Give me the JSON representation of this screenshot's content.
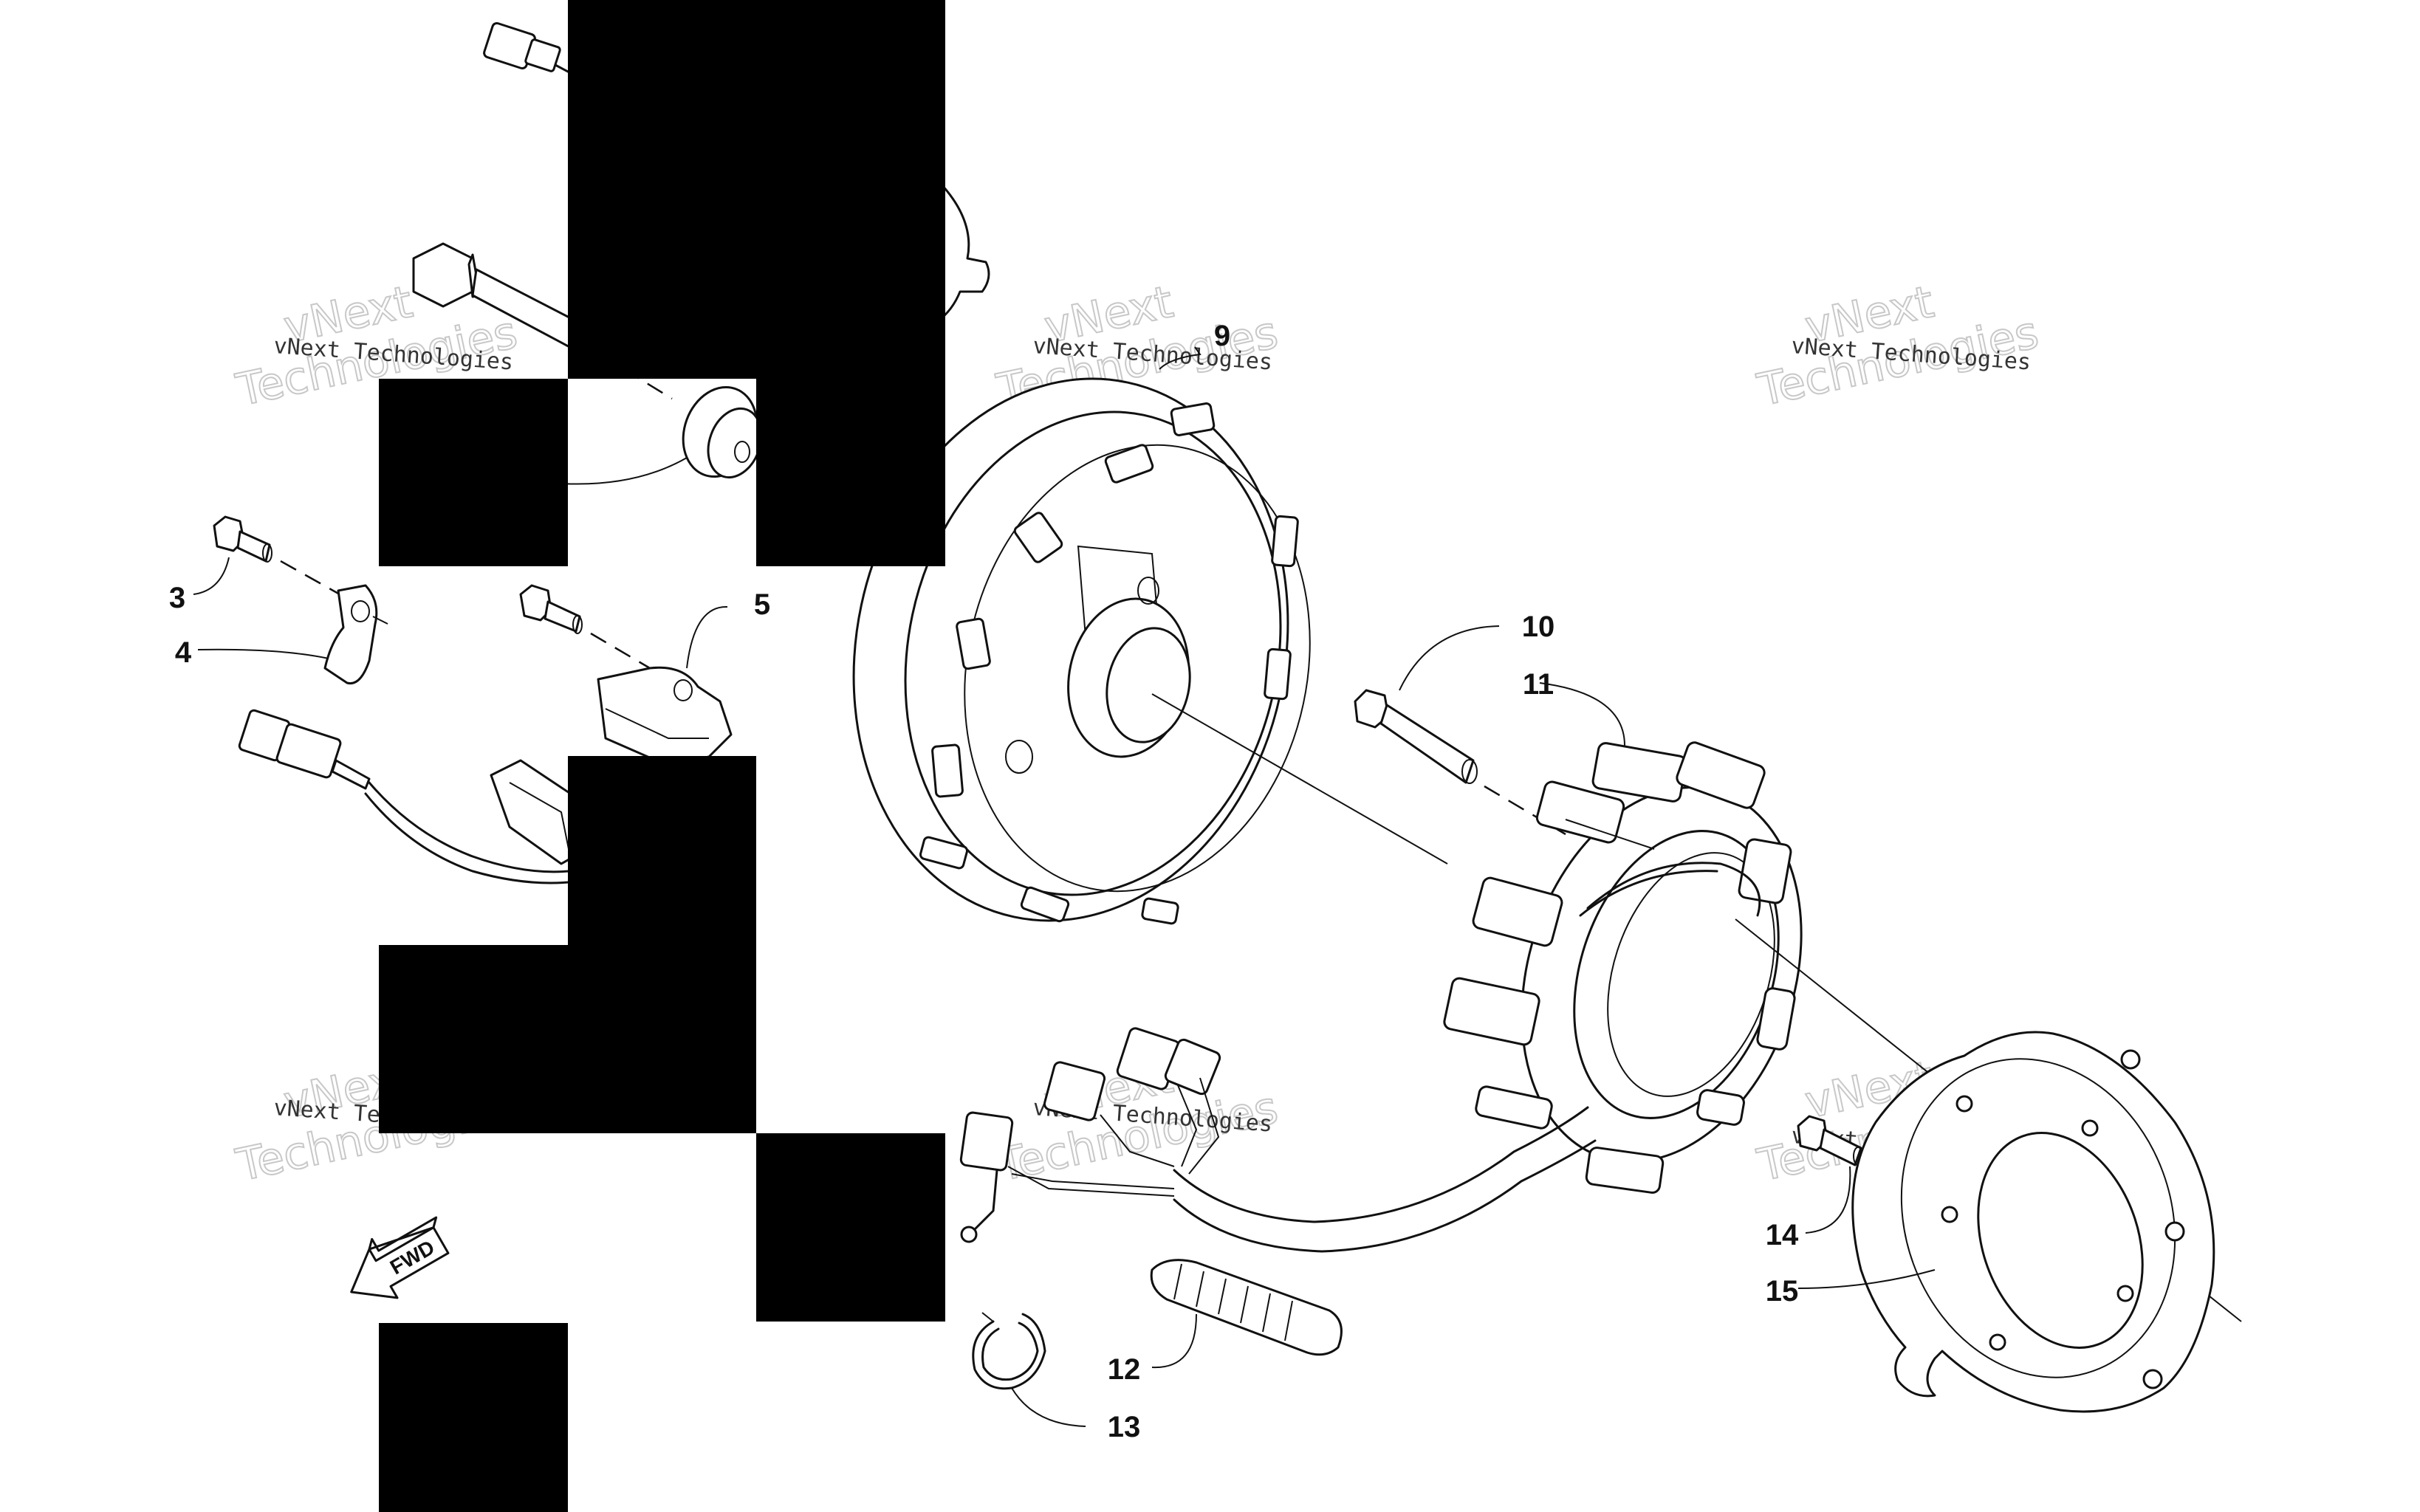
{
  "callouts": {
    "c3": "3",
    "c4": "4",
    "c5": "5",
    "c9": "9",
    "c10": "10",
    "c11": "11",
    "c12": "12",
    "c13": "13",
    "c14": "14",
    "c15": "15"
  },
  "watermark": {
    "line1": "vNext",
    "line2": "Technologies",
    "small": "vNext Technologies"
  },
  "fwd_label": "FWD",
  "colors": {
    "line": "#111111",
    "redaction": "#000000",
    "watermark": "#c8c8c8",
    "background": "#ffffff"
  }
}
